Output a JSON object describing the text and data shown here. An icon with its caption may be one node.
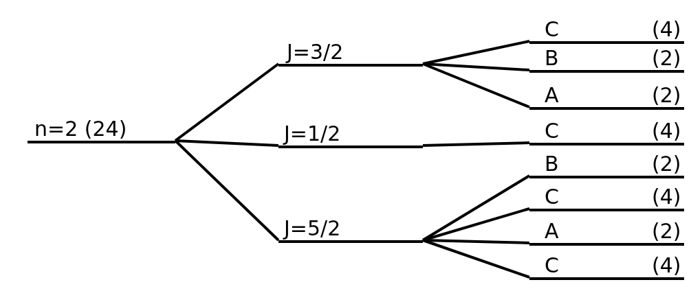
{
  "diagram": {
    "nodes": [
      {
        "text": [
          "n=2 (24)"
        ]
      },
      {
        "text": [
          "J=3/2"
        ]
      },
      {
        "text": [
          "J=1/2"
        ]
      },
      {
        "text": [
          "J=5/2"
        ]
      },
      {
        "text": [
          "C",
          "(4)"
        ]
      },
      {
        "text": [
          "B",
          "(2)"
        ]
      },
      {
        "text": [
          "A",
          "(2)"
        ]
      },
      {
        "text": [
          "C",
          "(4)"
        ]
      },
      {
        "text": [
          "B",
          "(2)"
        ]
      },
      {
        "text": [
          "C",
          "(4)"
        ]
      },
      {
        "text": [
          "A",
          "(2)"
        ]
      },
      {
        "text": [
          "C",
          "(4)"
        ]
      }
    ],
    "edges": [
      {
        "from": 0,
        "to": 1,
        "arrow": "none"
      },
      {
        "from": 0,
        "to": 2,
        "arrow": "none"
      },
      {
        "from": 0,
        "to": 3,
        "arrow": "none"
      },
      {
        "from": 1,
        "to": 4,
        "arrow": "none"
      },
      {
        "from": 1,
        "to": 5,
        "arrow": "none"
      },
      {
        "from": 1,
        "to": 6,
        "arrow": "none"
      },
      {
        "from": 2,
        "to": 7,
        "arrow": "none"
      },
      {
        "from": 3,
        "to": 8,
        "arrow": "none"
      },
      {
        "from": 3,
        "to": 9,
        "arrow": "none"
      },
      {
        "from": 3,
        "to": 10,
        "arrow": "none"
      },
      {
        "from": 3,
        "to": 11,
        "arrow": "none"
      }
    ]
  }
}
